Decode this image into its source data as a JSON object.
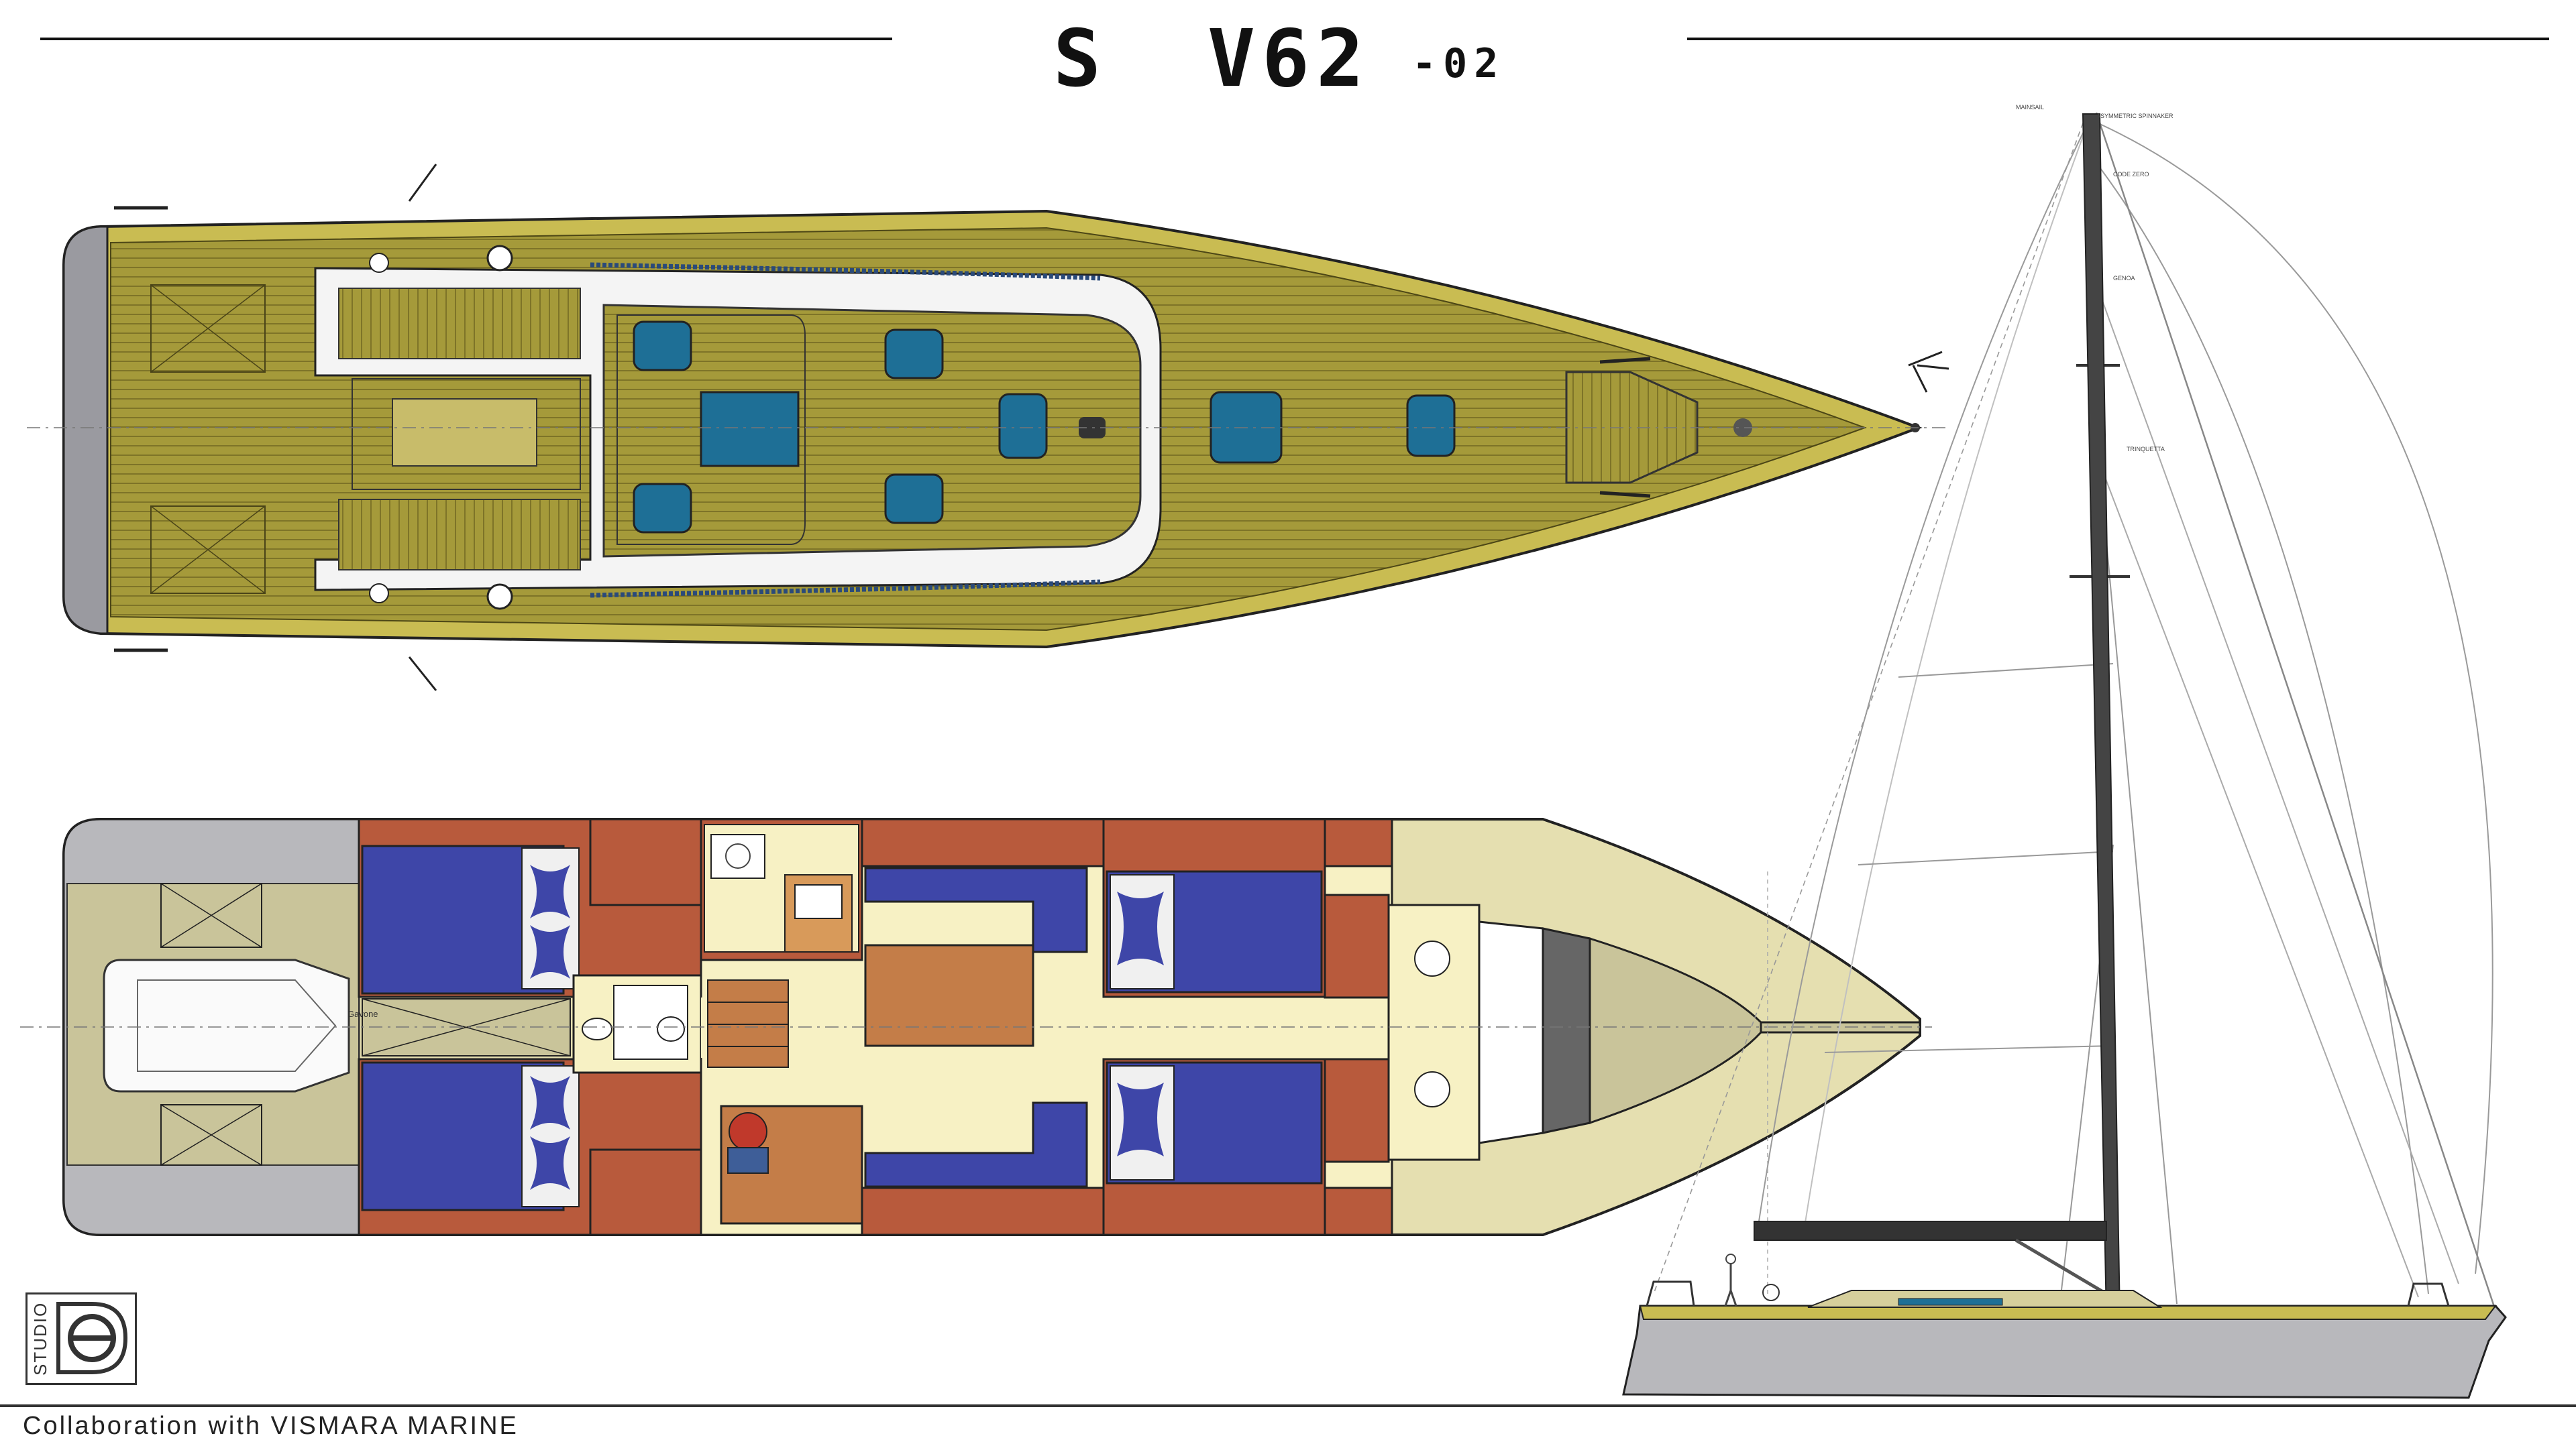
{
  "drawing": {
    "title": {
      "letter": "S",
      "model": "V62",
      "revision": "-02"
    },
    "footer": "Collaboration with VISMARA MARINE",
    "logo": {
      "text": "STUDIO",
      "mark": "e"
    },
    "interior_labels": {
      "garage": "Gavone"
    },
    "rig_labels": [
      "MAINSAIL",
      "ASYMMETRIC SPINNAKER",
      "CODE ZERO",
      "GENOA",
      "TRINQUETTA"
    ],
    "colors": {
      "teak_deck": "#a59a3a",
      "deck_edge": "#c9bc52",
      "hatch_blue": "#1e6f96",
      "cabin_blue": "#3e46a8",
      "wood_red": "#b85a3c",
      "floor_cream": "#f7f1c4",
      "hull_grey": "#b8b8bc"
    }
  }
}
